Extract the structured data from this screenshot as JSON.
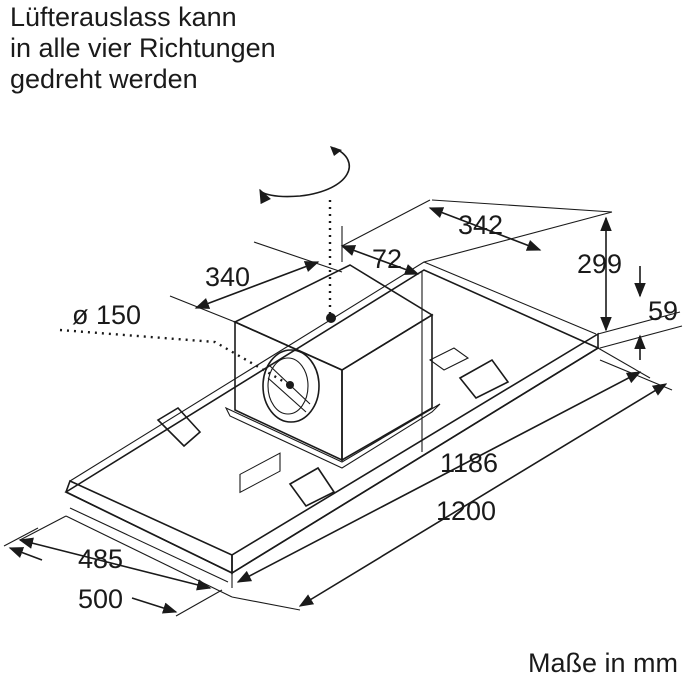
{
  "caption": "Lüfterauslass kann\nin alle vier Richtungen\ngedreht werden",
  "units": "Maße in mm",
  "dimensions": {
    "d342": "342",
    "d72": "72",
    "d340": "340",
    "d299": "299",
    "d59": "59",
    "diameter": "ø 150",
    "d1186": "1186",
    "d1200": "1200",
    "d485": "485",
    "d500": "500"
  },
  "colors": {
    "line": "#1a1a1a",
    "panel_top": "#dcdcdc",
    "panel_side": "#c9c9c9",
    "box": "#e2e2e2",
    "box_side": "#cfcfcf"
  }
}
